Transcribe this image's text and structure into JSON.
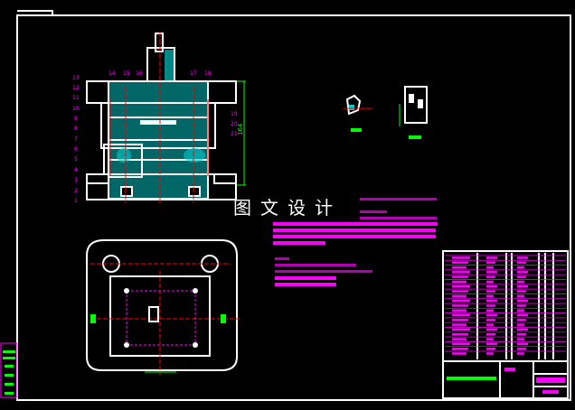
{
  "drawing": {
    "watermark": "图文设计",
    "part_labels_left": [
      "13",
      "12",
      "11",
      "10",
      "9",
      "8",
      "7",
      "6",
      "5",
      "4",
      "3",
      "2",
      "1"
    ],
    "part_labels_top": [
      "14",
      "15",
      "16",
      "17",
      "18"
    ],
    "part_labels_right": [
      "19",
      "20",
      "21"
    ],
    "dimension_height": "164",
    "colors": {
      "background": "#000000",
      "outline": "#ffffff",
      "annotation": "#ff00ff",
      "hatch": "#00ffff",
      "dimension": "#00ff00",
      "centerline": "#ff0000"
    }
  }
}
